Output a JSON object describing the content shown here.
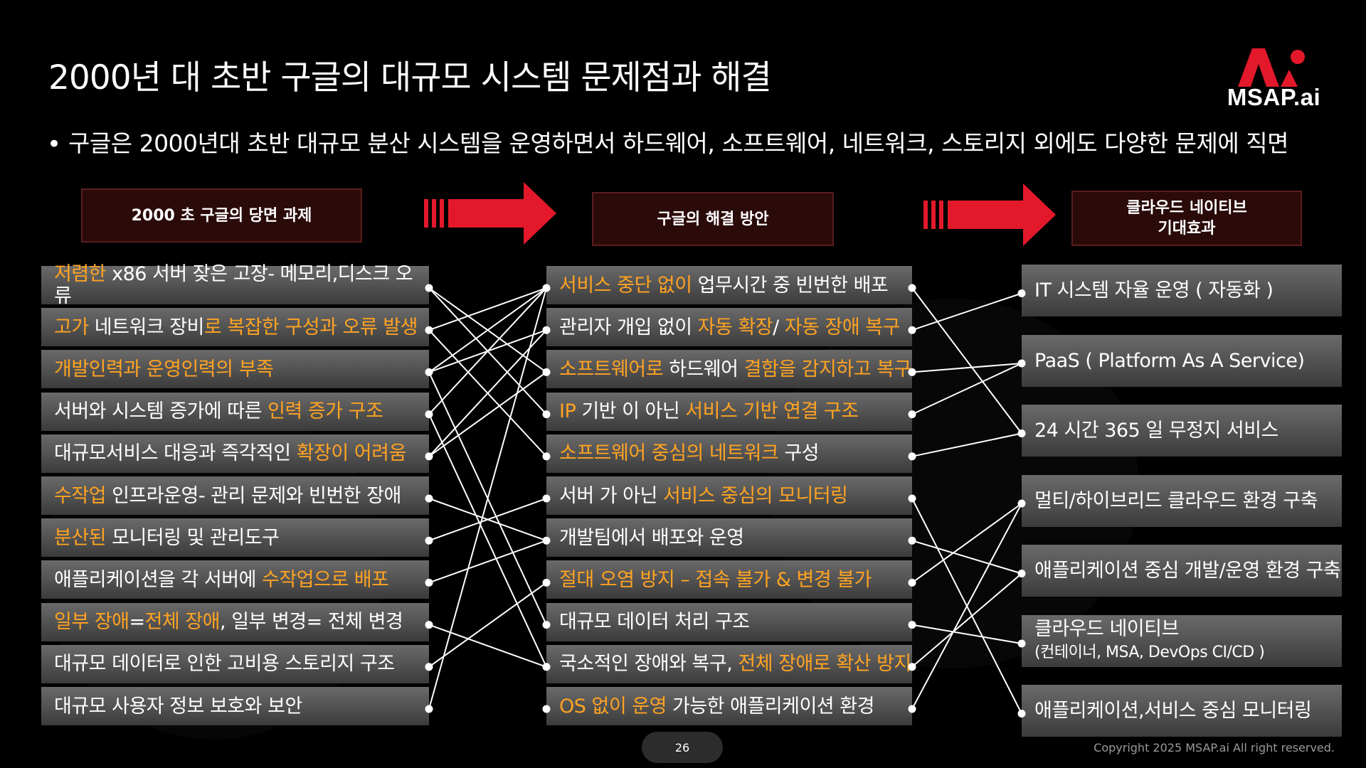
{
  "title": "2000년 대 초반 구글의 대규모 시스템 문제점과 해결",
  "logo": {
    "text": "MSAP.ai",
    "accent": "#e3192b"
  },
  "bullet": "구글은 2000년대 초반 대규모 분산 시스템을 운영하면서 하드웨어, 소프트웨어, 네트워크, 스토리지 외에도 다양한 문제에 직면",
  "headers": {
    "left": "2000 초 구글의 당면 과제",
    "middle": "구글의 해결 방안",
    "right_line1": "클라우드 네이티브",
    "right_line2": "기대효과"
  },
  "colors": {
    "highlight": "#ffa322",
    "header_bg": "#2b0a0a",
    "arrow": "#e3192b"
  },
  "left_items": [
    [
      {
        "t": "저렴한",
        "h": true
      },
      {
        "t": " x86 서버 잦은 고장- 메모리,디스크 오류",
        "h": false
      }
    ],
    [
      {
        "t": "고가",
        "h": true
      },
      {
        "t": " 네트워크 장비",
        "h": false
      },
      {
        "t": "로 복잡한 구성과 오류 발생",
        "h": true
      }
    ],
    [
      {
        "t": "개발인력과 운영인력의 부족",
        "h": true
      }
    ],
    [
      {
        "t": "서버와 시스템 증가에 따른 ",
        "h": false
      },
      {
        "t": "인력 증가 구조",
        "h": true
      }
    ],
    [
      {
        "t": "대규모서비스 대응과 즉각적인 ",
        "h": false
      },
      {
        "t": "확장이 어려움",
        "h": true
      }
    ],
    [
      {
        "t": "수작업",
        "h": true
      },
      {
        "t": " 인프라운영- 관리 문제와 빈번한 장애",
        "h": false
      }
    ],
    [
      {
        "t": "분산된",
        "h": true
      },
      {
        "t": " 모니터링 및 관리도구",
        "h": false
      }
    ],
    [
      {
        "t": "애플리케이션을 각 서버에 ",
        "h": false
      },
      {
        "t": "수작업으로 배포",
        "h": true
      }
    ],
    [
      {
        "t": "일부 장애",
        "h": true
      },
      {
        "t": "=",
        "h": false
      },
      {
        "t": "전체 장애",
        "h": true
      },
      {
        "t": ", 일부 변경= 전체 변경",
        "h": false
      }
    ],
    [
      {
        "t": "대규모 데이터로 인한 고비용 스토리지 구조",
        "h": false
      }
    ],
    [
      {
        "t": "대규모 사용자 정보 보호와 보안",
        "h": false
      }
    ]
  ],
  "middle_items": [
    [
      {
        "t": "서비스 중단 없이",
        "h": true
      },
      {
        "t": " 업무시간 중 빈번한 배포",
        "h": false
      }
    ],
    [
      {
        "t": "관리자 개입 없이 ",
        "h": false
      },
      {
        "t": "자동 확장",
        "h": true
      },
      {
        "t": "/ ",
        "h": false
      },
      {
        "t": "자동 장애 복구",
        "h": true
      }
    ],
    [
      {
        "t": "소프트웨어로",
        "h": true
      },
      {
        "t": " 하드웨어 ",
        "h": false
      },
      {
        "t": "결함을 감지하고 복구",
        "h": true
      }
    ],
    [
      {
        "t": "IP",
        "h": true
      },
      {
        "t": " 기반 이 아닌 ",
        "h": false
      },
      {
        "t": "서비스 기반 연결 구조",
        "h": true
      }
    ],
    [
      {
        "t": "소프트웨어 중심의 네트워크",
        "h": true
      },
      {
        "t": " 구성",
        "h": false
      }
    ],
    [
      {
        "t": "서버 가 아닌 ",
        "h": false
      },
      {
        "t": "서비스 중심의 모니터링",
        "h": true
      }
    ],
    [
      {
        "t": "개발팀에서 배포와 운영",
        "h": false
      }
    ],
    [
      {
        "t": "절대 오염 방지 – 접속 불가 & 변경 불가",
        "h": true
      }
    ],
    [
      {
        "t": "대규모 데이터 처리 구조",
        "h": false
      }
    ],
    [
      {
        "t": "국소적인 장애와 복구, ",
        "h": false
      },
      {
        "t": "전체 장애로 확산 방지",
        "h": true
      }
    ],
    [
      {
        "t": "OS 없이 운영",
        "h": true
      },
      {
        "t": " 가능한 애플리케이션 환경",
        "h": false
      }
    ]
  ],
  "right_items": [
    [
      {
        "t": "IT 시스템 자율 운영 ( 자동화 )",
        "h": false
      }
    ],
    [
      {
        "t": "PaaS ( Platform As A Service)",
        "h": false
      }
    ],
    [
      {
        "t": "24 시간 365 일 무정지 서비스",
        "h": false
      }
    ],
    [
      {
        "t": "멀티/하이브리드 클라우드 환경 구축",
        "h": false
      }
    ],
    [
      {
        "t": "애플리케이션 중심 개발/운영 환경 구축",
        "h": false
      }
    ],
    [
      {
        "t": "클라우드 네이티브",
        "h": false
      },
      {
        "t": "(컨테이너, MSA, DevOps  CI/CD )",
        "h": false,
        "small": true
      }
    ],
    [
      {
        "t": "애플리케이션,서비스 중심 모니터링",
        "h": false
      }
    ]
  ],
  "links_left_middle": [
    [
      0,
      2
    ],
    [
      0,
      3
    ],
    [
      1,
      0
    ],
    [
      1,
      4
    ],
    [
      2,
      0
    ],
    [
      2,
      1
    ],
    [
      2,
      8
    ],
    [
      3,
      0
    ],
    [
      3,
      9
    ],
    [
      4,
      1
    ],
    [
      4,
      2
    ],
    [
      5,
      6
    ],
    [
      6,
      5
    ],
    [
      7,
      6
    ],
    [
      8,
      9
    ],
    [
      9,
      7
    ],
    [
      10,
      0
    ]
  ],
  "links_middle_right": [
    [
      0,
      2
    ],
    [
      1,
      0
    ],
    [
      2,
      1
    ],
    [
      3,
      1
    ],
    [
      4,
      2
    ],
    [
      5,
      6
    ],
    [
      6,
      4
    ],
    [
      7,
      3
    ],
    [
      8,
      5
    ],
    [
      9,
      4
    ],
    [
      10,
      3
    ]
  ],
  "page_number": "26",
  "copyright": "Copyright 2025 MSAP.ai All right reserved."
}
